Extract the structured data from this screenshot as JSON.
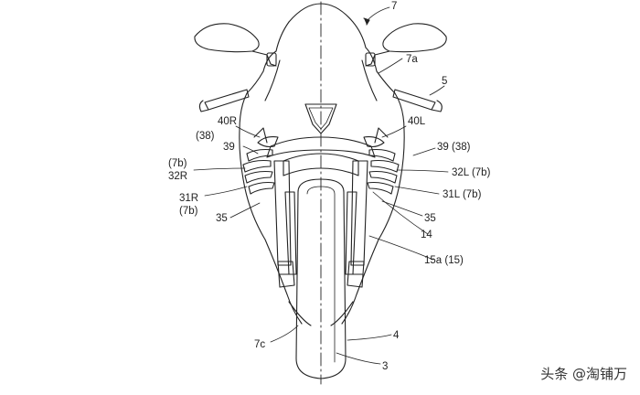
{
  "labels": {
    "l7": "7",
    "l7a": "7a",
    "l5": "5",
    "l40r": "40R",
    "l40l": "40L",
    "l38r": "(38)",
    "l39r": "39",
    "l39l": "39 (38)",
    "l7b1": "(7b)",
    "l32r": "32R",
    "l32l": "32L (7b)",
    "l31r": "31R",
    "l31l": "31L (7b)",
    "l7b2": "(7b)",
    "l35r": "35",
    "l35l": "35",
    "l14": "14",
    "l15a": "15a (15)",
    "l7c": "7c",
    "l4": "4",
    "l3": "3"
  },
  "watermark": {
    "prefix": "头条",
    "handle": "@淘铺万"
  }
}
